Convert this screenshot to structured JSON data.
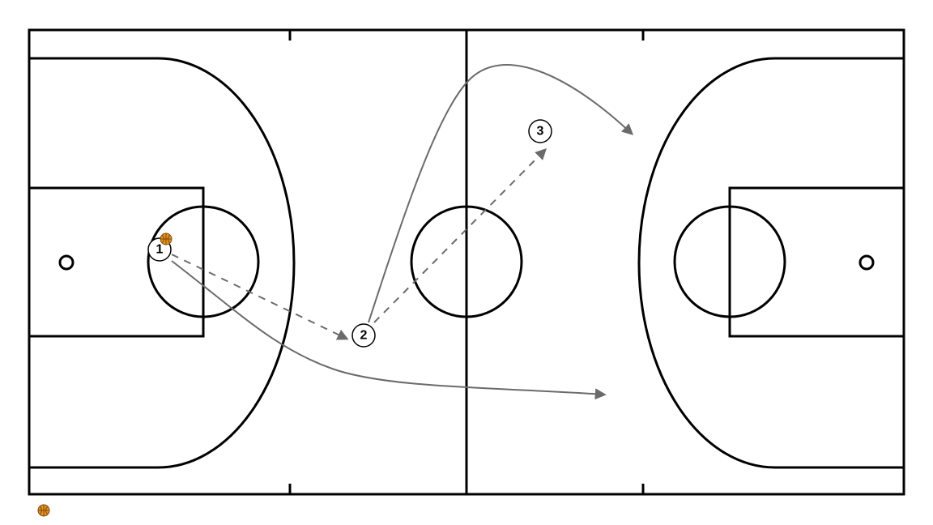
{
  "colors": {
    "court_line": "#000000",
    "movement": "#6b6b6b",
    "ball": "#e8931e",
    "ball_seam": "#7a4a10",
    "background": "#ffffff"
  },
  "players": [
    {
      "label": "1",
      "has_ball": true
    },
    {
      "label": "2",
      "has_ball": false
    },
    {
      "label": "3",
      "has_ball": false
    }
  ],
  "legend": {
    "icon": "basketball-icon"
  }
}
